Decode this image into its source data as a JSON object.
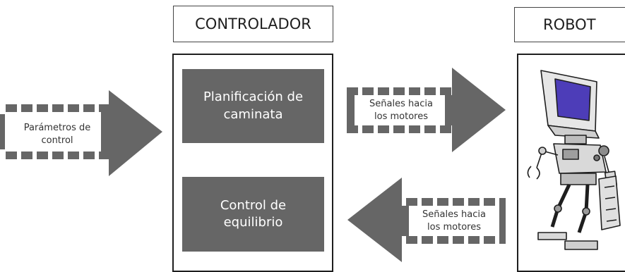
{
  "controller": {
    "title": "CONTROLADOR",
    "block_top": "Planificación de caminata",
    "block_bottom": "Control de equilibrio"
  },
  "robot": {
    "title": "ROBOT",
    "illustration": "robot-illustration"
  },
  "arrows": {
    "input": "Parámetros de control",
    "to_robot": "Señales hacia los motores",
    "from_robot": "Señales hacia los motores"
  },
  "colors": {
    "block": "#666666",
    "arrow": "#666666",
    "border": "#1e1e1e"
  }
}
